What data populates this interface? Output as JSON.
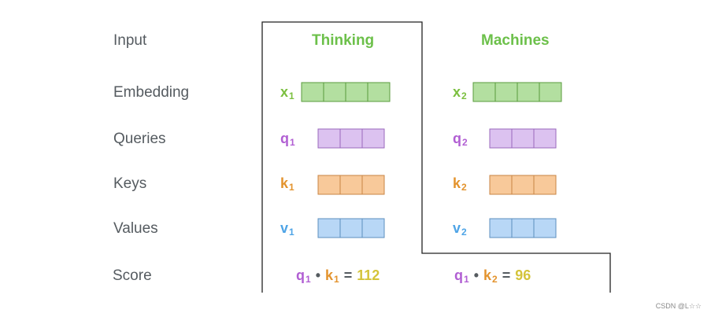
{
  "row_labels": {
    "input": "Input",
    "embedding": "Embedding",
    "queries": "Queries",
    "keys": "Keys",
    "values": "Values",
    "score": "Score"
  },
  "tokens": [
    {
      "word": "Thinking",
      "x": {
        "letter": "x",
        "sub": "1"
      },
      "q": {
        "letter": "q",
        "sub": "1"
      },
      "k": {
        "letter": "k",
        "sub": "1"
      },
      "v": {
        "letter": "v",
        "sub": "1"
      },
      "score": {
        "q": "q",
        "q_sub": "1",
        "dot": "•",
        "k": "k",
        "k_sub": "1",
        "eq": "=",
        "value": "112"
      }
    },
    {
      "word": "Machines",
      "x": {
        "letter": "x",
        "sub": "2"
      },
      "q": {
        "letter": "q",
        "sub": "2"
      },
      "k": {
        "letter": "k",
        "sub": "2"
      },
      "v": {
        "letter": "v",
        "sub": "2"
      },
      "score": {
        "q": "q",
        "q_sub": "1",
        "dot": "•",
        "k": "k",
        "k_sub": "2",
        "eq": "=",
        "value": "96"
      }
    }
  ],
  "colors": {
    "embedding_fill": "#b3dfa0",
    "embedding_stroke": "#5a9b3c",
    "query_fill": "#dcc2f0",
    "query_stroke": "#9a68bd",
    "key_fill": "#f8c99a",
    "key_stroke": "#c98544",
    "value_fill": "#b8d7f6",
    "value_stroke": "#5d8fbf",
    "outline": "#222222"
  },
  "cells": {
    "embedding": 4,
    "query": 3,
    "key": 3,
    "value": 3
  },
  "watermark": "CSDN @L☆☆"
}
